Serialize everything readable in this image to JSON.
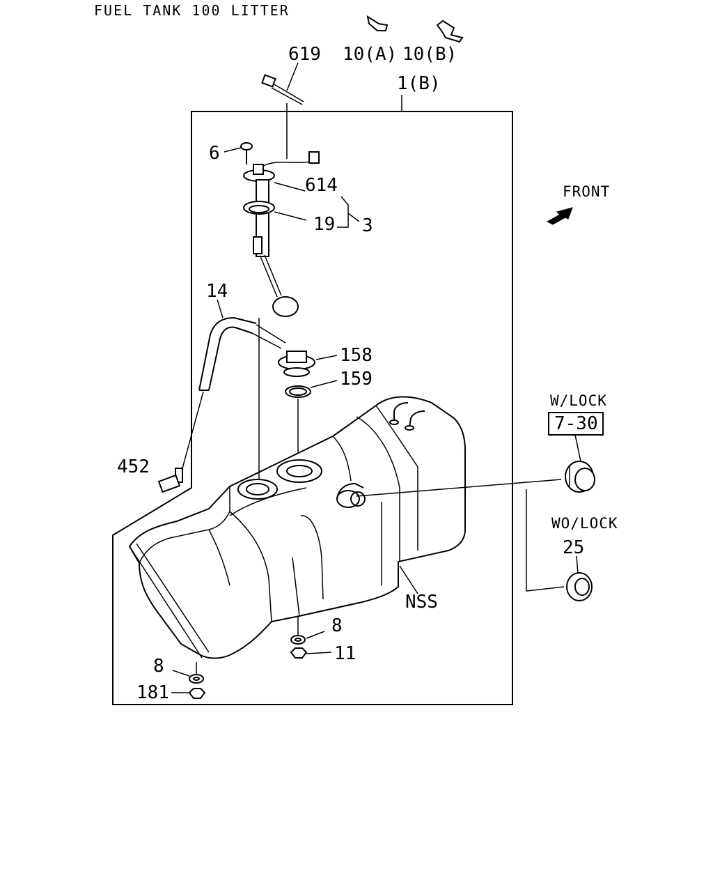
{
  "title": "FUEL TANK 100 LITTER",
  "front_label": "FRONT",
  "w_lock_label": "W/LOCK",
  "w_lock_ref": "7-30",
  "wo_lock_label": "WO/LOCK",
  "callouts": {
    "p619": "619",
    "p10a": "10(A)",
    "p10b": "10(B)",
    "p1b": "1(B)",
    "p6": "6",
    "p614": "614",
    "p19": "19",
    "p3": "3",
    "p14": "14",
    "p158": "158",
    "p159": "159",
    "p452": "452",
    "p25": "25",
    "nss": "NSS",
    "p8a": "8",
    "p11": "11",
    "p8b": "8",
    "p181": "181"
  }
}
